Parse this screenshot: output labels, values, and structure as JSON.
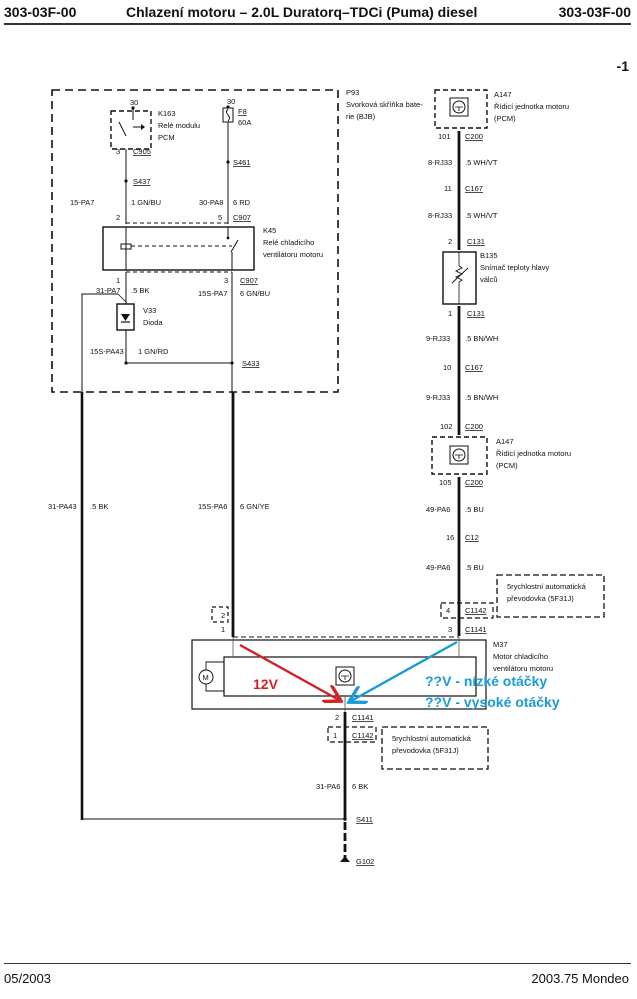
{
  "header": {
    "code_left": "303-03F-00",
    "title": "Chlazení motoru – 2.0L Duratorq–TDCi (Puma) diesel",
    "code_right": "303-03F-00",
    "page_marker": "-1"
  },
  "footer": {
    "date": "05/2003",
    "model": "2003.75 Mondeo"
  },
  "components": {
    "p93": {
      "id": "P93",
      "line1": "Svorková skříňka bate-",
      "line2": "rie (BJB)"
    },
    "k163": {
      "id": "K163",
      "line1": "Relé modulu",
      "line2": "PCM",
      "pin_top": "30",
      "pin": "3",
      "connector": "C905"
    },
    "f8": {
      "id": "F8",
      "rating": "60A",
      "pin_top": "30"
    },
    "k45": {
      "id": "K45",
      "line1": "Relé chladicího",
      "line2": "ventilátoru motoru",
      "pin_in_left": "2",
      "pin_in_right": "5",
      "connector_top": "C907",
      "pin_out_left": "1",
      "pin_out_right": "3",
      "connector_bottom": "C907"
    },
    "v33": {
      "id": "V33",
      "name": "Dioda"
    },
    "a147_top": {
      "id": "A147",
      "line1": "Řídicí jednotka motoru",
      "line2": "(PCM)",
      "pin": "101",
      "connector": "C200"
    },
    "b135": {
      "id": "B135",
      "line1": "Snímač teploty hlavy",
      "line2": "válců",
      "pin_top": "2",
      "pin_bottom": "1",
      "connector": "C131"
    },
    "a147_bottom": {
      "id": "A147",
      "line1": "Řídicí jednotka motoru",
      "line2": "(PCM)",
      "pin_top": "102",
      "pin_bottom": "105",
      "connector": "C200"
    },
    "trans_top": {
      "line1": "5rychlostní automatická",
      "line2": "převodovka (5F31J)",
      "pin_left": "2",
      "pin_right": "4",
      "connector": "C1142"
    },
    "m37": {
      "id": "M37",
      "line1": "Motor chladicího",
      "line2": "ventilátoru motoru",
      "pin_left": "1",
      "pin_right": "3",
      "pin_bottom": "2",
      "connector": "C1141",
      "motor_symbol": "M"
    },
    "trans_bottom": {
      "line1": "5rychlostní automatická",
      "line2": "převodovka (5F31J)",
      "pin": "1",
      "connector": "C1142"
    }
  },
  "splices": {
    "s437": "S437",
    "s461": "S461",
    "s433": "S433",
    "s411": "S411",
    "g102": "G102"
  },
  "connectors": {
    "c167_a": {
      "pin": "11",
      "name": "C167"
    },
    "c167_b": {
      "pin": "10",
      "name": "C167"
    },
    "c12": {
      "pin": "16",
      "name": "C12"
    }
  },
  "wires": {
    "w15pa7": {
      "circuit": "15-PA7",
      "spec": "1 GN/BU"
    },
    "w30pa8": {
      "circuit": "30-PA8",
      "spec": "6 RD"
    },
    "w31pa7": {
      "circuit": "31-PA7",
      "spec": ".5 BK"
    },
    "w15spa7": {
      "circuit": "15S-PA7",
      "spec": "6 GN/BU"
    },
    "w15spa43": {
      "circuit": "15S-PA43",
      "spec": "1 GN/RD"
    },
    "w31pa43": {
      "circuit": "31-PA43",
      "spec": ".5 BK"
    },
    "w15spa6": {
      "circuit": "15S-PA6",
      "spec": "6 GN/YE"
    },
    "w8rj33_a": {
      "circuit": "8-RJ33",
      "spec": ".5 WH/VT"
    },
    "w8rj33_b": {
      "circuit": "8-RJ33",
      "spec": ".5 WH/VT"
    },
    "w9rj33_a": {
      "circuit": "9-RJ33",
      "spec": ".5 BN/WH"
    },
    "w9rj33_b": {
      "circuit": "9-RJ33",
      "spec": ".5 BN/WH"
    },
    "w49pa6_a": {
      "circuit": "49-PA6",
      "spec": ".5 BU"
    },
    "w49pa6_b": {
      "circuit": "49-PA6",
      "spec": ".5 BU"
    },
    "w31pa6": {
      "circuit": "31-PA6",
      "spec": "6 BK"
    }
  },
  "annotations": {
    "red": {
      "text": "12V",
      "color": "#d42027"
    },
    "blue_low": {
      "text": "??V - nízké otáčky",
      "color": "#1a9bd7"
    },
    "blue_high": {
      "text": "??V - vysoké otáčky",
      "color": "#1a9bd7"
    }
  }
}
